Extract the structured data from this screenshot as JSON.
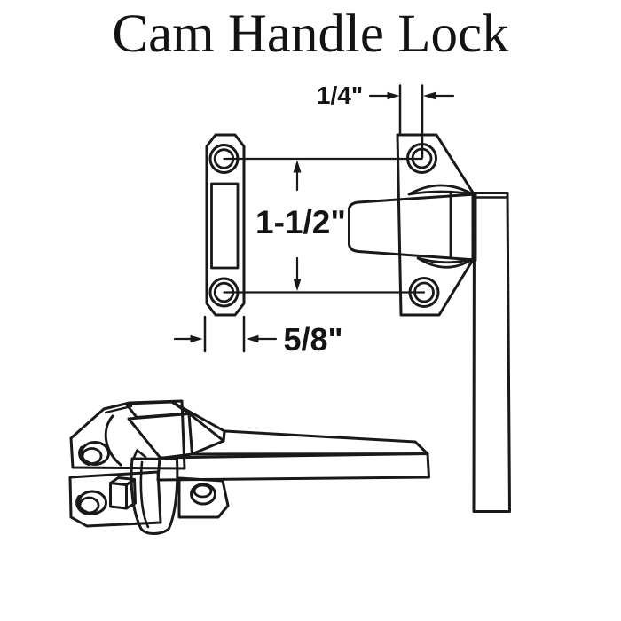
{
  "title": "Cam Handle Lock",
  "dimensions": {
    "offset_gap": {
      "label": "1/4\""
    },
    "hole_spacing": {
      "label": "1-1/2\""
    },
    "plate_width": {
      "label": "5/8\""
    }
  },
  "colors": {
    "line": "#191919",
    "background": "#ffffff",
    "stipple_dot": "#bcbcbc"
  }
}
